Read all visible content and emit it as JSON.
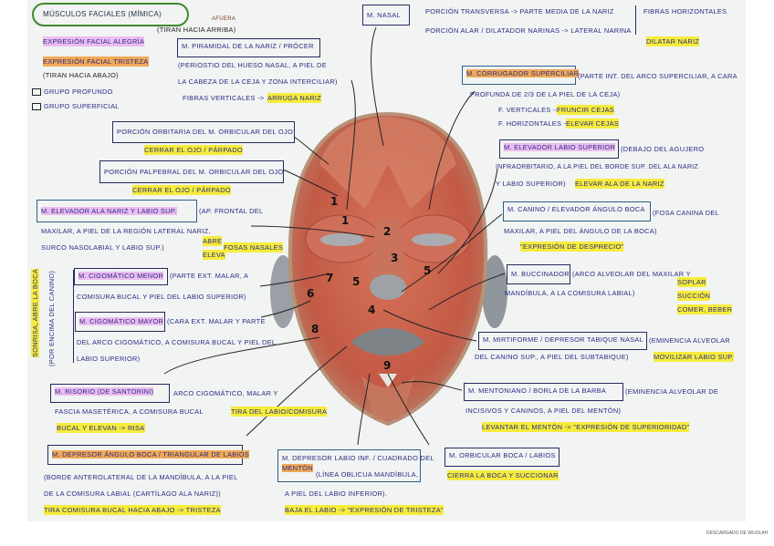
{
  "title": "MÚSCULOS FACIALES (MÍMICA)",
  "legend": {
    "joy": "EXPRESIÓN FACIAL ALEGRÍA",
    "pull_up": "(TIRAN HACIA ARRIBA)",
    "outward": "AFUERA",
    "sad": "EXPRESIÓN FACIAL TRISTEZA",
    "pull_down": "(TIRAN HACIA ABAJO)",
    "deep": "GRUPO PROFUNDO",
    "superficial": "GRUPO SUPERFICIAL"
  },
  "colors": {
    "highlight_yellow": "#f6ec3c",
    "highlight_pink": "#ecbdf0",
    "highlight_orange": "#f0a956",
    "ink": "#2b2a86",
    "title_border": "#3d8a2c"
  },
  "piramidal": {
    "name": "M. PIRAMIDAL DE LA NARIZ / PRÓCER",
    "l1": "(PERIOSTIO DEL HUESO NASAL, A PIEL DE",
    "l2": "LA CABEZA DE LA CEJA Y ZONA INTERCILIAR)",
    "l3": "FIBRAS VERTICALES ->",
    "action": "ARRUGA NARIZ"
  },
  "nasal": {
    "name": "M. NASAL",
    "l1": "PORCIÓN TRANSVERSA -> PARTE MEDIA DE LA NARIZ",
    "l2": "PORCIÓN ALAR / DILATADOR NARINAS -> LATERAL NARINA",
    "fibers": "FIBRAS HORIZONTALES",
    "action": "DILATAR NARIZ"
  },
  "corrugador": {
    "name": "M. CORRUGADOR SUPERCILIAR",
    "l1": "(PARTE INT. DEL ARCO SUPERCILIAR, A CARA",
    "l2": "PROFUNDA DE 2/3 DE LA PIEL DE LA CEJA)",
    "v": "F. VERTICALES ->",
    "v_action": "FRUNCIR CEJAS",
    "h": "F. HORIZONTALES ->",
    "h_action": "ELEVAR CEJAS"
  },
  "elevador_labio": {
    "name": "M. ELEVADOR LABIO SUPERIOR",
    "l1": "(DEBAJO DEL AGUJERO",
    "l2": "INFRAORBITARIO, A LA PIEL DEL BORDE SUP. DEL ALA NARIZ",
    "l3": "Y LABIO SUPERIOR)",
    "action": "ELEVAR ALA DE LA NARIZ"
  },
  "orbitaria": {
    "name": "PORCIÓN ORBITARIA DEL M. ORBICULAR DEL OJO",
    "action": "CERRAR EL OJO / PÁRPADO"
  },
  "palpebral": {
    "name": "PORCIÓN PALPEBRAL DEL M. ORBICULAR DEL OJO",
    "action": "CERRAR EL OJO / PÁRPADO"
  },
  "elevador_ala": {
    "name": "M. ELEVADOR ALA NARIZ Y LABIO SUP.",
    "l1": "(AP. FRONTAL DEL",
    "l2": "MAXILAR, A PIEL DE LA REGIÓN LATERAL NARIZ,",
    "l3": "SURCO NASOLABIAL Y LABIO SUP.)",
    "a1": "ABRE",
    "a2": "ELEVA",
    "a3": "FOSAS NASALES"
  },
  "side_note": {
    "action": "SONRISA, ABRE LA BOCA",
    "note": "(POR ENCIMA DEL CANINO)"
  },
  "cigo_menor": {
    "name": "M. CIGOMÁTICO MENOR",
    "l1": "(PARTE EXT. MALAR, A",
    "l2": "COMISURA BUCAL Y PIEL DEL LABIO SUPERIOR)"
  },
  "cigo_mayor": {
    "name": "M. CIGOMÁTICO MAYOR",
    "l1": "(CARA EXT. MALAR Y PARTE",
    "l2": "DEL ARCO CIGOMÁTICO, A COMISURA BUCAL Y PIEL DEL",
    "l3": "LABIO SUPERIOR)"
  },
  "risorio": {
    "name": "M. RISORIO (DE SANTORINI)",
    "l1": "ARCO CIGOMÁTICO, MALAR Y",
    "l2": "FASCIA MASETÉRICA, A COMISURA BUCAL",
    "a1": "TIRA DEL LABIO/COMISURA",
    "a2": "BUCAL Y ELEVAN -> RISA"
  },
  "canino": {
    "name": "M. CANINO / ELEVADOR ÁNGULO BOCA",
    "l1": "(FOSA CANINA DEL",
    "l2": "MAXILAR, A PIEL DEL ÁNGULO DE LA BOCA)",
    "action": "\"EXPRESIÓN DE DESPRECIO\""
  },
  "buccinador": {
    "name": "M. BUCCINADOR",
    "l1": "(ARCO ALVEOLAR DEL MAXILAR Y",
    "l2": "MANDÍBULA, A LA COMISURA LABIAL)",
    "a1": "SOPLAR",
    "a2": "SUCCIÓN",
    "a3": "COMER, BEBER"
  },
  "mirtiforme": {
    "name": "M. MIRTIFORME / DEPRESOR TABIQUE NASAL",
    "l1": "(EMINENCIA ALVEOLAR",
    "l2": "DEL CANINO SUP., A PIEL DEL SUBTABIQUE)",
    "action": "MOVILIZAR LABIO SUP."
  },
  "mentoniano": {
    "name": "M. MENTONIANO / BORLA DE LA BARBA",
    "l1": "(EMINENCIA ALVEOLAR DE",
    "l2": "INCISIVOS Y CANINOS, A PIEL DEL MENTÓN)",
    "action": "LEVANTAR EL MENTÓN -> \"EXPRESIÓN DE SUPERIORIDAD\""
  },
  "depresor_angulo": {
    "name": "M. DEPRESOR ÁNGULO BOCA / TRIANGULAR DE LABIOS",
    "l1": "(BORDE ANTEROLATERAL DE LA MANDÍBULA, A LA PIEL",
    "l2": "DE LA COMISURA LABIAL (CARTÍLAGO ALA NARIZ))",
    "action": "TIRA COMISURA BUCAL HACIA ABAJO -> TRISTEZA"
  },
  "depresor_labio": {
    "name1": "M. DEPRESOR LABIO INF. / CUADRADO DEL",
    "name2": "MENTÓN",
    "l1": "(LÍNEA OBLICUA MANDÍBULA,",
    "l2": "A PIEL DEL LABIO INFERIOR).",
    "action": "BAJA EL LABIO -> \"EXPRESIÓN DE TRISTEZA\""
  },
  "orbicular_boca": {
    "name": "M. ORBICULAR BOCA / LABIOS",
    "action": "CIERRA LA BOCA Y SUCCIONAR"
  },
  "figure_numbers": [
    "1",
    "1",
    "2",
    "3",
    "4",
    "5",
    "5",
    "6",
    "7",
    "8",
    "9"
  ],
  "footer": "DESCARGADO DE WUOLAH"
}
